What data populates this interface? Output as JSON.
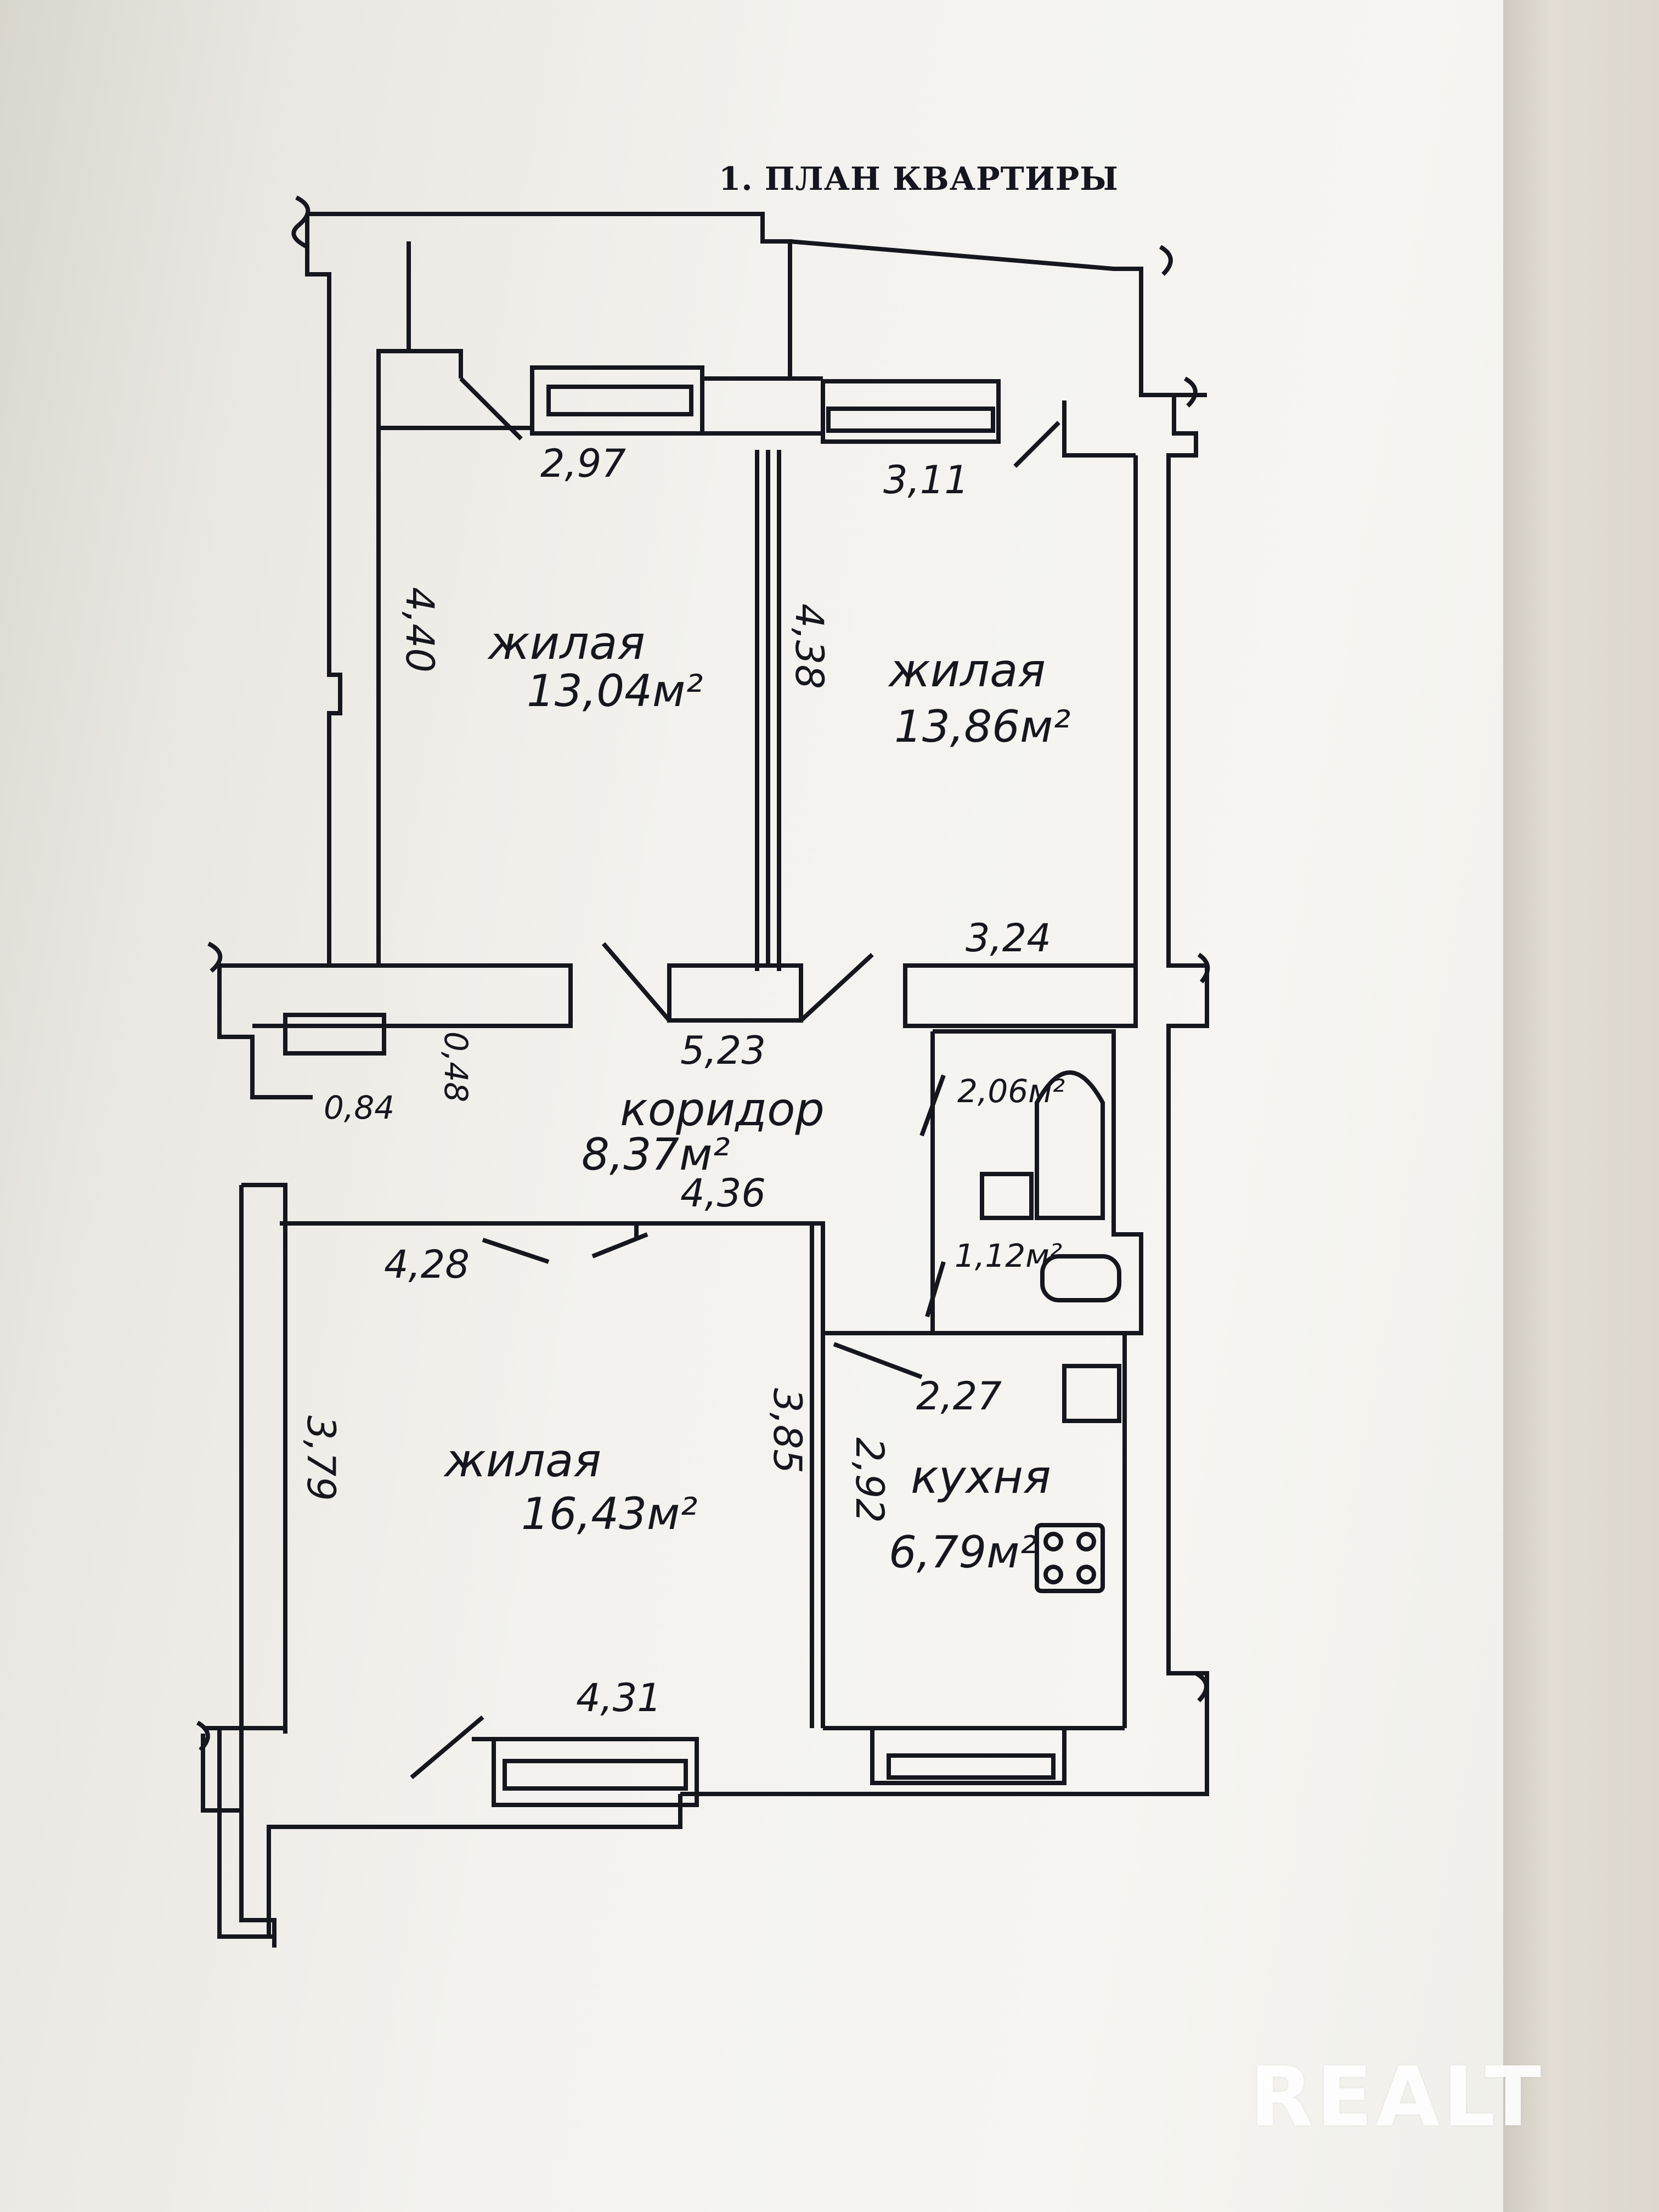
{
  "title": "1. ПЛАН КВАРТИРЫ",
  "rooms": [
    {
      "name": "жилая",
      "area": "13,04м²"
    },
    {
      "name": "жилая",
      "area": "13,86м²"
    },
    {
      "name": "коридор",
      "area": "8,37м²"
    },
    {
      "name": "жилая",
      "area": "16,43м²"
    },
    {
      "name": "кухня",
      "area": "6,79м²"
    },
    {
      "area": "2,06м²"
    },
    {
      "area": "1,12м²"
    }
  ],
  "dimensions": {
    "r1_width": "2,97",
    "r1_height": "4,40",
    "r2_width_top": "3,11",
    "r2_height": "4,38",
    "r2_width_bottom": "3,24",
    "corridor_width": "5,23",
    "corridor_lower": "4,36",
    "niche_a": "0,84",
    "niche_b": "0,48",
    "r3_width_top": "4,28",
    "r3_height_left": "3,79",
    "r3_height_right": "3,85",
    "r3_width_bottom": "4,31",
    "kitchen_width": "2,27",
    "kitchen_height": "2,92"
  },
  "watermark": "REALT",
  "colors": {
    "ink": "#16161e",
    "paper": "#f4f3ef",
    "watermark": "#ffffff"
  }
}
